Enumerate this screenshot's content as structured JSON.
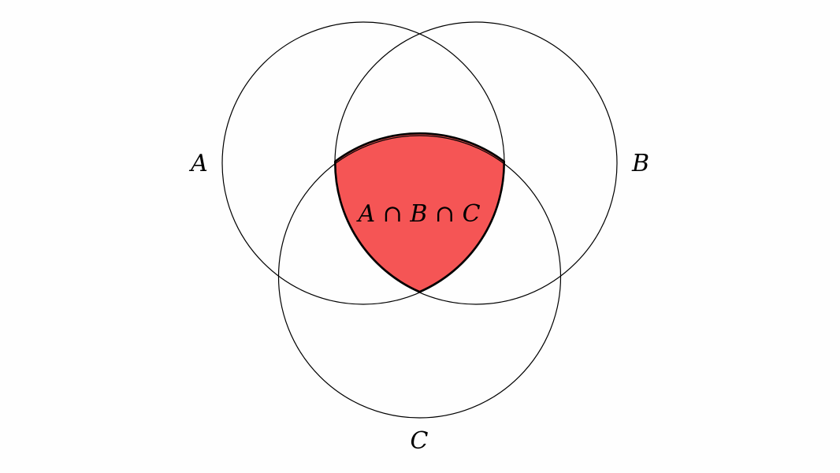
{
  "diagram": {
    "type": "venn-3-set",
    "sets": [
      {
        "id": "A",
        "label": "A"
      },
      {
        "id": "B",
        "label": "B"
      },
      {
        "id": "C",
        "label": "C"
      }
    ],
    "highlighted_region": {
      "label": "A ∩ B ∩ C",
      "fill_color": "#f55555"
    },
    "stroke_color": "#000000",
    "background": "#fefefe"
  }
}
